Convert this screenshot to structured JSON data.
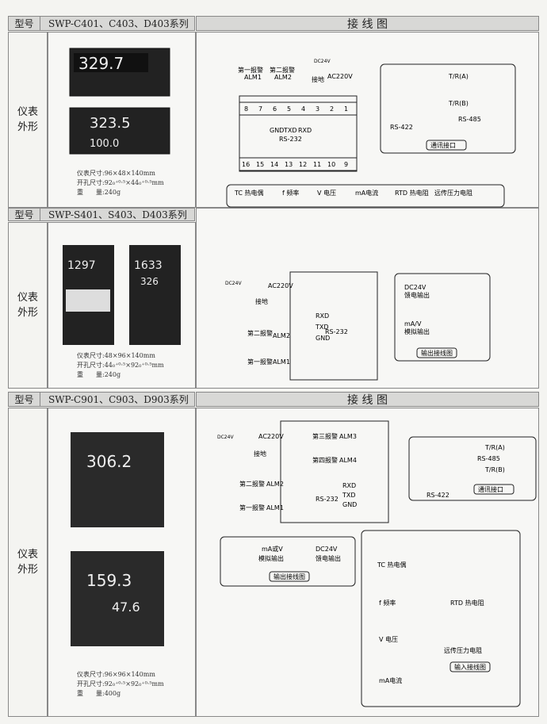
{
  "sections": [
    {
      "type_label": "型号",
      "model": "SWP-C401、C403、D403系列",
      "diagram_title": "接 线 图",
      "side_label": "仪表\n外形",
      "displays": [
        "329.7",
        "323.5",
        "100.0"
      ],
      "spec": [
        "仪表尺寸:96×48×140mm",
        "开孔尺寸:92₀⁺⁰·⁵×44₀⁺⁰·⁵mm",
        "重　　量:240g"
      ]
    },
    {
      "type_label": "型号",
      "model": "SWP-S401、S403、D403系列",
      "side_label": "仪表\n外形",
      "displays": [
        "1297",
        "1633",
        "326"
      ],
      "spec": [
        "仪表尺寸:48×96×140mm",
        "开孔尺寸:44₀⁺⁰·⁵×92₀⁺⁰·⁵mm",
        "重　　量:240g"
      ]
    },
    {
      "type_label": "型号",
      "model": "SWP-C901、C903、D903系列",
      "diagram_title": "接 线 图",
      "side_label": "仪表\n外形",
      "displays": [
        "306.2",
        "159.3",
        "47.6"
      ],
      "spec": [
        "仪表尺寸:96×96×140mm",
        "开孔尺寸:92₀⁺⁰·⁵×92₀⁺⁰·⁵mm",
        "重　　量:400g"
      ]
    }
  ],
  "labels": {
    "alm1": "第一报警",
    "alm2": "第二报警",
    "alm3": "第三报警",
    "alm4": "第四报警",
    "ALM1": "ALM1",
    "ALM2": "ALM2",
    "ALM3": "ALM3",
    "ALM4": "ALM4",
    "ground": "接地",
    "ac": "AC220V",
    "dc": "DC24V",
    "gnd": "GND",
    "txd": "TXD",
    "rxd": "RXD",
    "rs232": "RS-232",
    "rs422": "RS-422",
    "rs485": "RS-485",
    "comm": "通讯接口",
    "tra": "T/R(A)",
    "trb": "T/R(B)",
    "tc": "TC 热电偶",
    "freq": "f 频率",
    "volt": "V 电压",
    "ma": "mA电流",
    "rtd": "RTD 热电阻",
    "remote": "远传压力电阻",
    "input": "输入接线图",
    "output": "输出接线图",
    "dcfeed": "DC24V",
    "feed": "馈电输出",
    "mav": "mA/V",
    "analog": "模拟输出",
    "mavor": "mA或V"
  }
}
